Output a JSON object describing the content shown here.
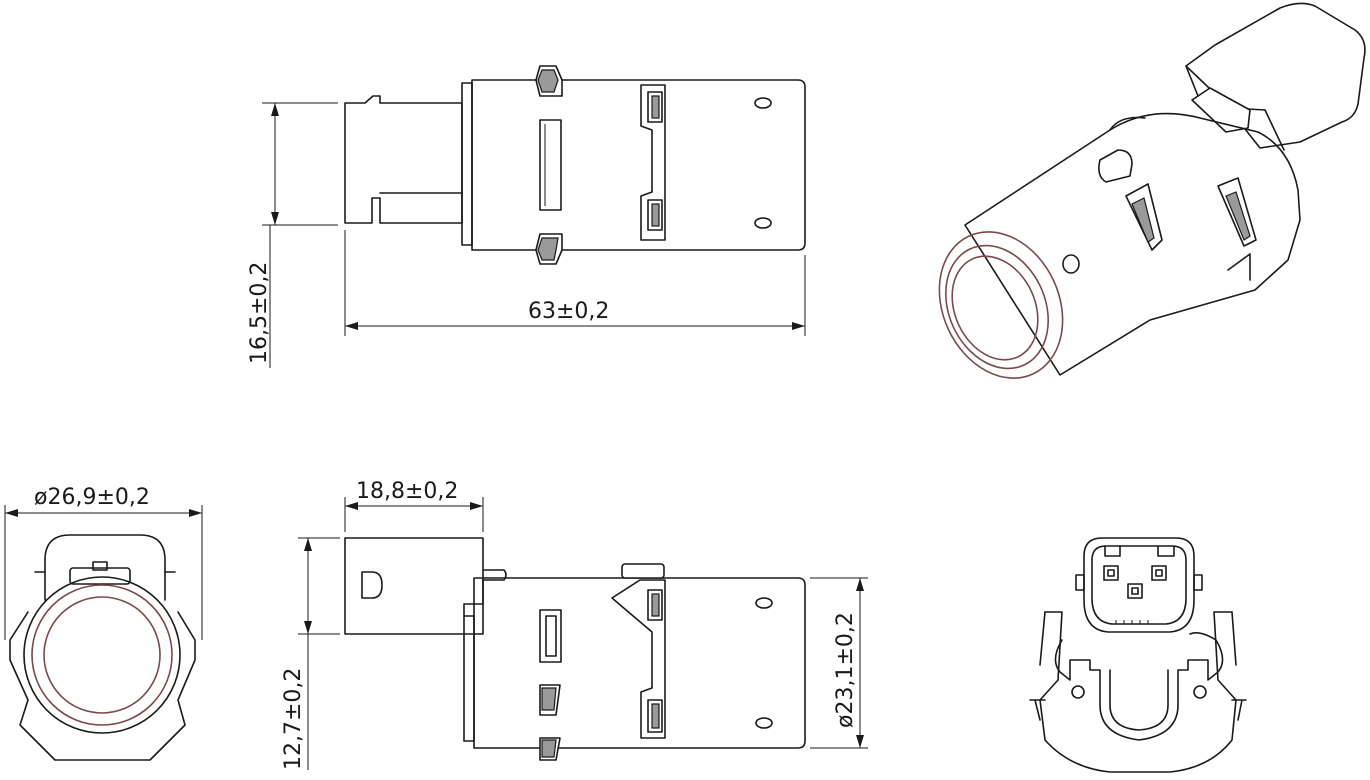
{
  "dimensions": {
    "height_side": "16,5±0,2",
    "length": "63±0,2",
    "diameter_front": "ø26,9±0,2",
    "connector_length": "18,8±0,2",
    "height_bottom": "12,7±0,2",
    "diameter_body": "ø23,1±0,2"
  },
  "colors": {
    "line": "#1a1a1a",
    "ring": "#7a4a4a",
    "background": "#ffffff"
  }
}
